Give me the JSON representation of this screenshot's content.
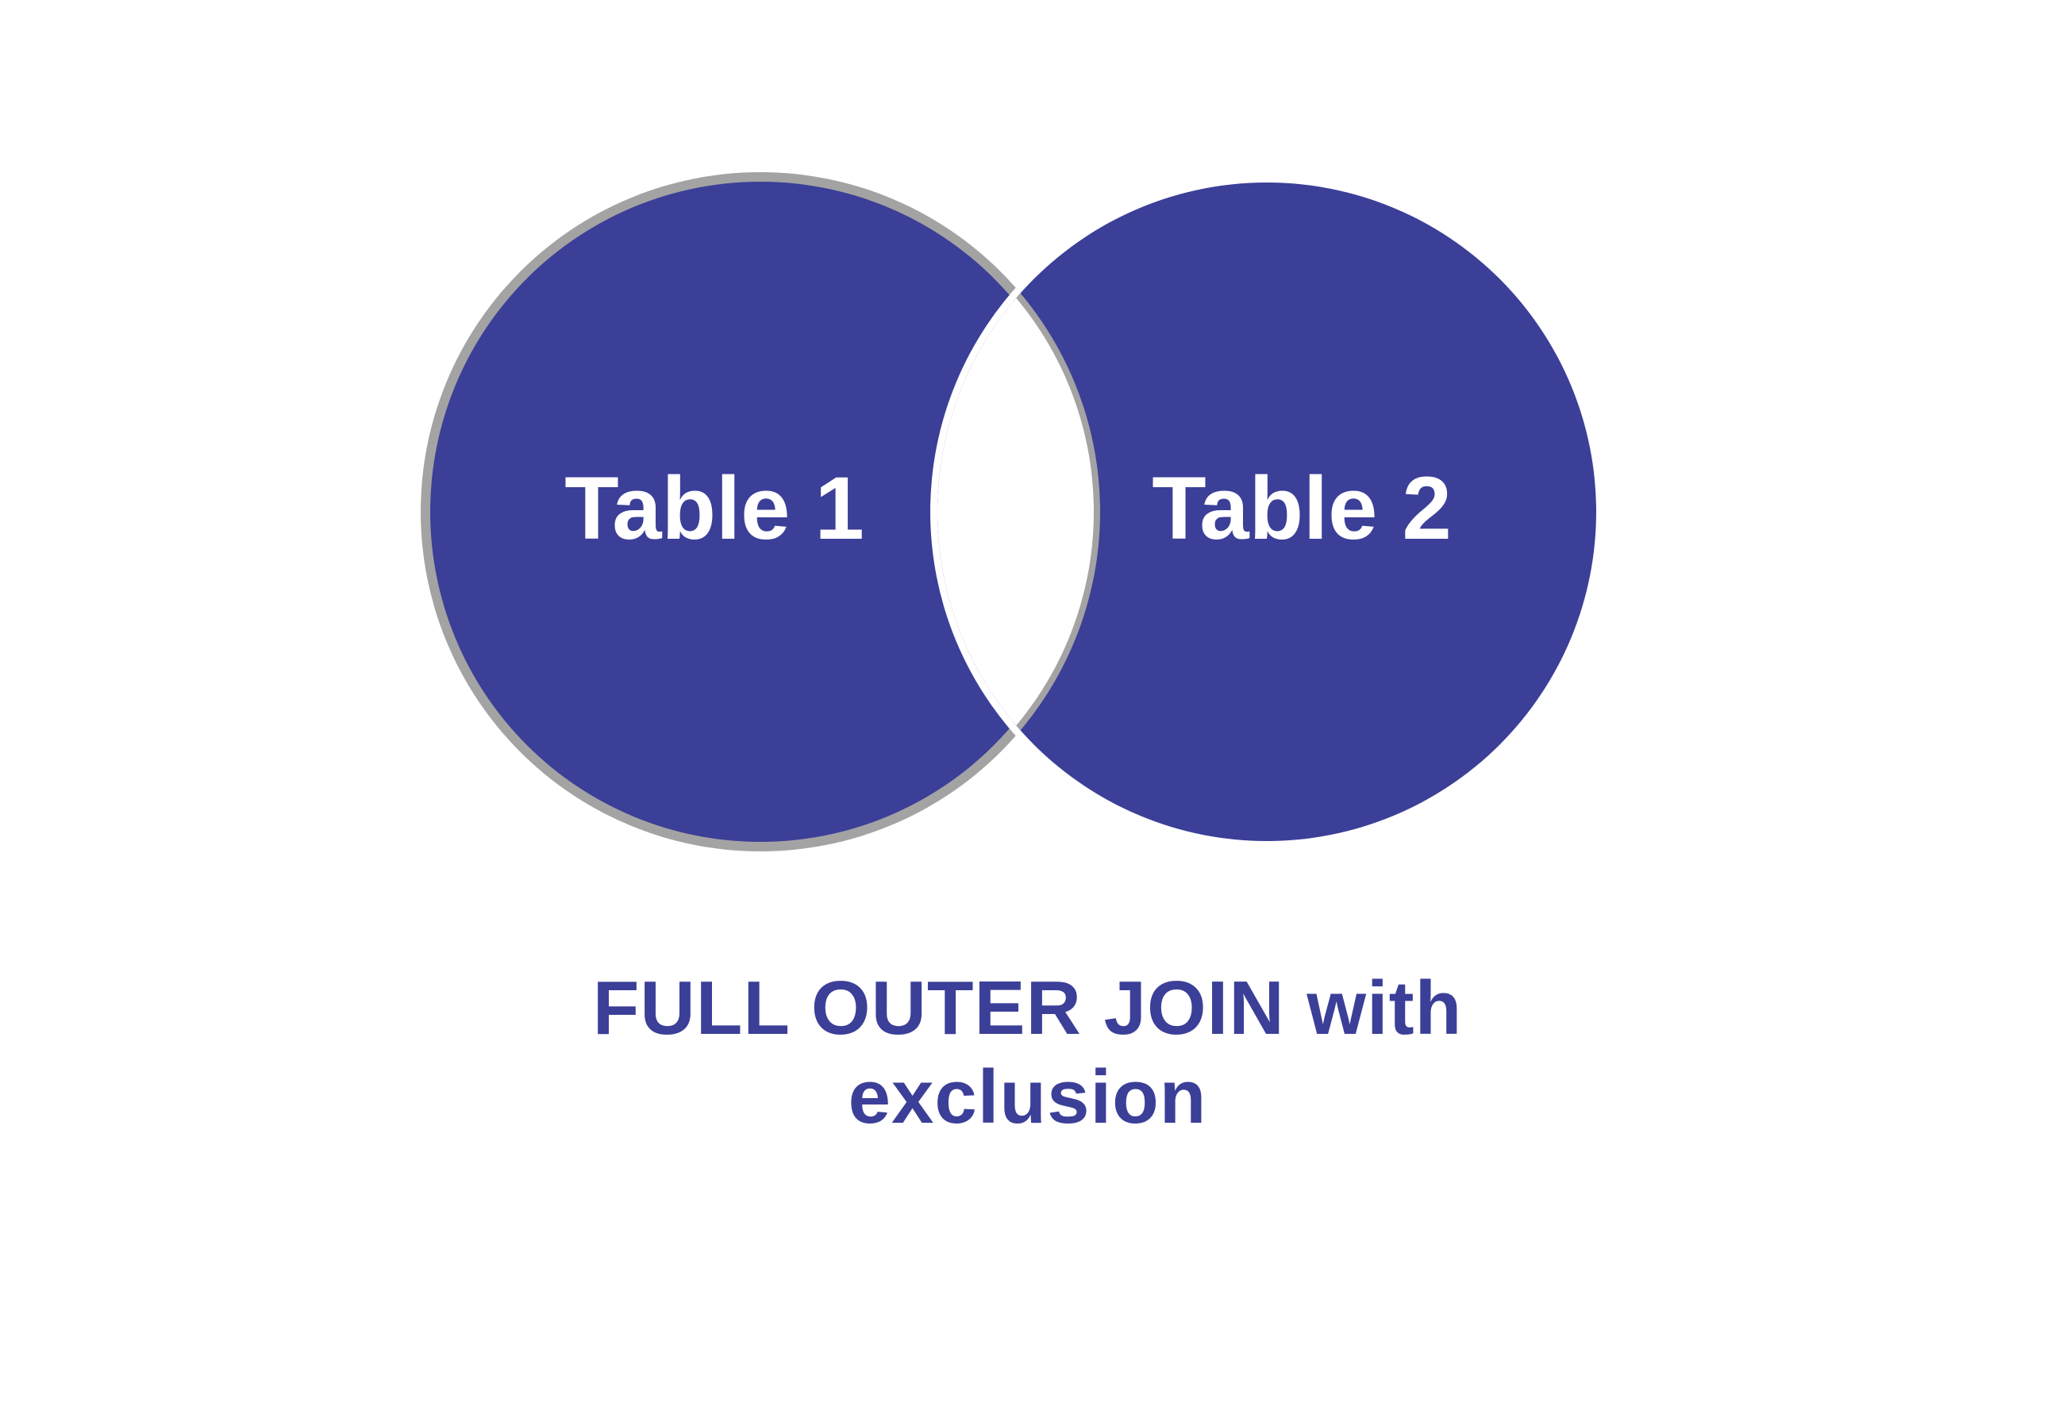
{
  "diagram": {
    "left_set_label": "Table 1",
    "right_set_label": "Table 2",
    "caption_line_1": "FULL OUTER JOIN with",
    "caption_line_2": "exclusion"
  },
  "colors": {
    "set_fill": "#3b3f98",
    "intersection_fill": "#ffffff",
    "outline": "#a3a3a3",
    "label_text": "#ffffff",
    "caption_text": "#3b3f98"
  }
}
